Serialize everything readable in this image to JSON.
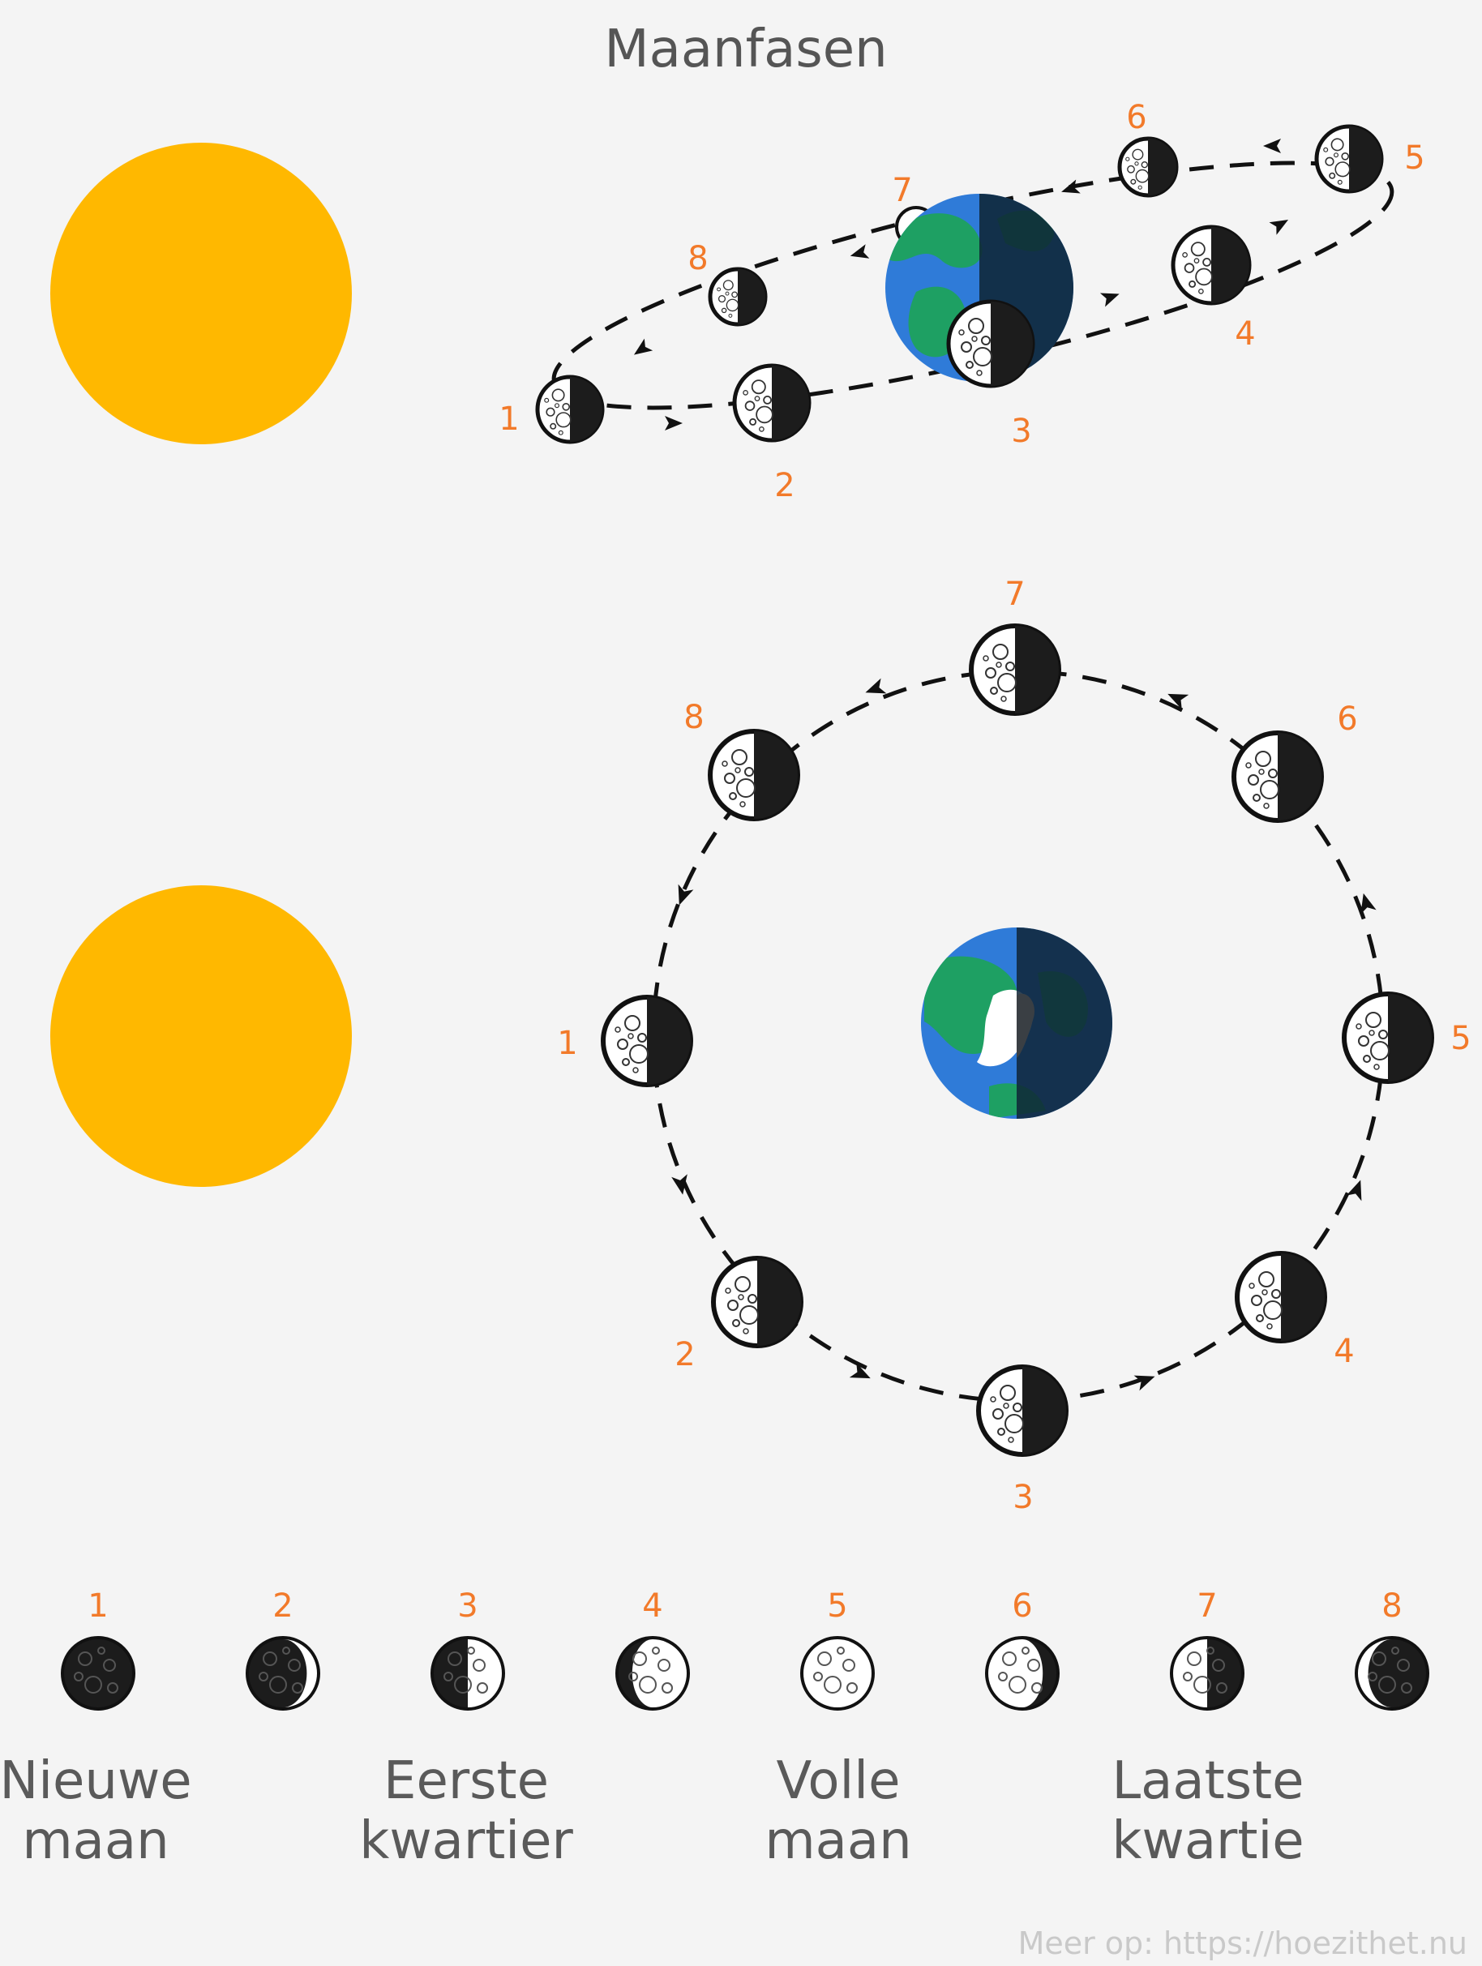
{
  "title": "Maanfasen",
  "colors": {
    "sun": "#ffb800",
    "label": "#f27a2a",
    "earth_ocean": "#2f7bd8",
    "earth_land": "#1ea063",
    "earth_night": "#0f2536",
    "moon_dark": "#1c1c1c",
    "moon_light": "#ffffff",
    "background": "#f4f4f4"
  },
  "perspective_numbers": [
    "1",
    "2",
    "3",
    "4",
    "5",
    "6",
    "7",
    "8"
  ],
  "top_numbers": [
    "1",
    "2",
    "3",
    "4",
    "5",
    "6",
    "7",
    "8"
  ],
  "phase_strip": {
    "numbers": [
      "1",
      "2",
      "3",
      "4",
      "5",
      "6",
      "7",
      "8"
    ],
    "lit_fraction": [
      0,
      0.15,
      0.5,
      0.8,
      1,
      0.8,
      0.5,
      0.15
    ],
    "lit_side": [
      "none",
      "right",
      "right",
      "right",
      "full",
      "left",
      "left",
      "left"
    ]
  },
  "phase_names": [
    {
      "line1": "Nieuwe",
      "line2": "maan"
    },
    {
      "line1": "Eerste",
      "line2": "kwartier"
    },
    {
      "line1": "Volle",
      "line2": "maan"
    },
    {
      "line1": "Laatste",
      "line2": "kwartie"
    }
  ],
  "credit": "Meer op: https://hoezithet.nu"
}
